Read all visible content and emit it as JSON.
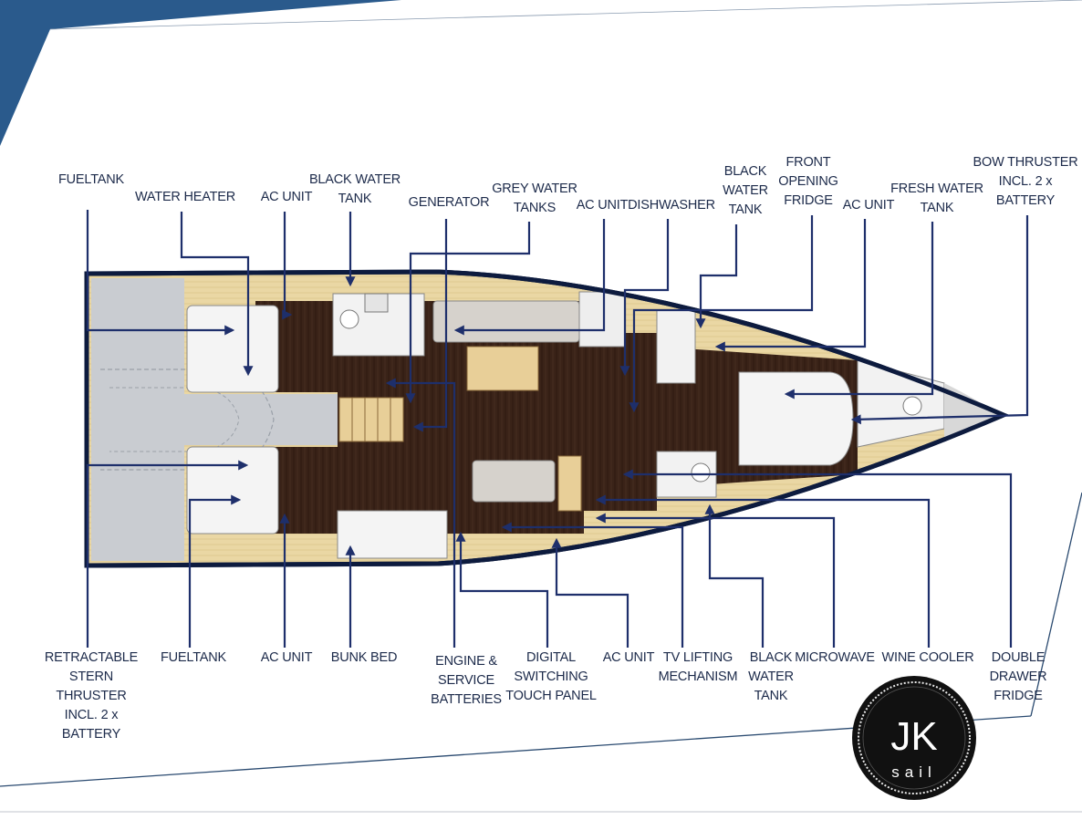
{
  "colors": {
    "accent_blue": "#2a5a8c",
    "label_text": "#1c2a4a",
    "arrow": "#1e2f6b",
    "hull_outline": "#0d1b3e",
    "wood_dark": "#3a2318",
    "wood_light": "#e8d4a0",
    "upholstery": "#f4f4f4",
    "cockpit_grey": "#c9ccd1"
  },
  "labels_top": [
    {
      "id": "fueltank-top",
      "lines": [
        "FUELTANK"
      ]
    },
    {
      "id": "water-heater",
      "lines": [
        "WATER HEATER"
      ]
    },
    {
      "id": "ac-unit-top-1",
      "lines": [
        "AC UNIT"
      ]
    },
    {
      "id": "black-water-tank-top-1",
      "lines": [
        "BLACK WATER",
        "TANK"
      ]
    },
    {
      "id": "generator",
      "lines": [
        "GENERATOR"
      ]
    },
    {
      "id": "grey-water-tanks",
      "lines": [
        "GREY WATER",
        "TANKS"
      ]
    },
    {
      "id": "ac-unit-top-2",
      "lines": [
        "AC UNIT"
      ]
    },
    {
      "id": "dishwasher",
      "lines": [
        "DISHWASHER"
      ]
    },
    {
      "id": "black-water-tank-top-2",
      "lines": [
        "BLACK",
        "WATER",
        "TANK"
      ]
    },
    {
      "id": "front-opening-fridge",
      "lines": [
        "FRONT",
        "OPENING",
        "FRIDGE"
      ]
    },
    {
      "id": "ac-unit-top-3",
      "lines": [
        "AC UNIT"
      ]
    },
    {
      "id": "fresh-water-tank",
      "lines": [
        "FRESH WATER",
        "TANK"
      ]
    },
    {
      "id": "bow-thruster",
      "lines": [
        "BOW THRUSTER",
        "INCL. 2 x",
        "BATTERY"
      ]
    }
  ],
  "labels_bottom": [
    {
      "id": "retractable-stern-thruster",
      "lines": [
        "RETRACTABLE",
        "STERN",
        "THRUSTER",
        "INCL. 2 x",
        "BATTERY"
      ]
    },
    {
      "id": "fueltank-bottom",
      "lines": [
        "FUELTANK"
      ]
    },
    {
      "id": "ac-unit-bottom-1",
      "lines": [
        "AC UNIT"
      ]
    },
    {
      "id": "bunk-bed",
      "lines": [
        "BUNK BED"
      ]
    },
    {
      "id": "engine-service-batteries",
      "lines": [
        "ENGINE &",
        "SERVICE",
        "BATTERIES"
      ]
    },
    {
      "id": "digital-switching",
      "lines": [
        "DIGITAL",
        "SWITCHING",
        "TOUCH PANEL"
      ]
    },
    {
      "id": "ac-unit-bottom-2",
      "lines": [
        "AC UNIT"
      ]
    },
    {
      "id": "tv-lifting",
      "lines": [
        "TV LIFTING",
        "MECHANISM"
      ]
    },
    {
      "id": "black-water-tank-bottom",
      "lines": [
        "BLACK",
        "WATER",
        "TANK"
      ]
    },
    {
      "id": "microwave",
      "lines": [
        "MICROWAVE"
      ]
    },
    {
      "id": "wine-cooler",
      "lines": [
        "WINE COOLER"
      ]
    },
    {
      "id": "double-drawer-fridge",
      "lines": [
        "DOUBLE",
        "DRAWER",
        "FRIDGE"
      ]
    }
  ],
  "logo": {
    "main": "JK",
    "sub": "sail"
  }
}
